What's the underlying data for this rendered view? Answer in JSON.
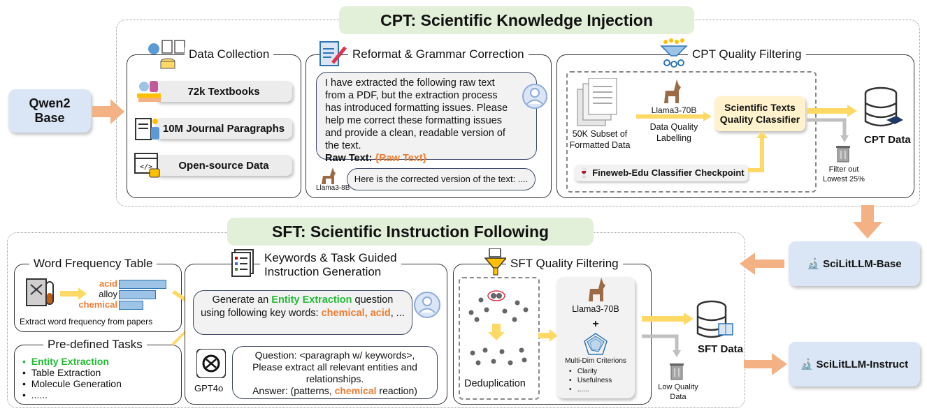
{
  "cpt": {
    "title": "CPT: Scientific Knowledge Injection",
    "base_model": "Qwen2 Base",
    "data_collection": {
      "title": "Data Collection",
      "items": [
        "72k Textbooks",
        "10M Journal Paragraphs",
        "Open-source Data"
      ]
    },
    "reformat": {
      "title": "Reformat & Grammar Correction",
      "prompt": "I have extracted the following raw text from a PDF, but the extraction process has introduced formatting issues. Please help me correct these formatting issues and provide a clean, readable version of the text.",
      "raw_label": "Raw Text:",
      "raw_value": "{Raw Text}",
      "reply": "Here is the corrected version of the text: ....",
      "model": "Llama3-8B"
    },
    "quality": {
      "title": "CPT Quality Filtering",
      "subset": "50K Subset of Formatted Data",
      "labeler": "Llama3-70B",
      "labelling": "Data Quality Labelling",
      "classifier": "Scientific Texts Quality Classifier",
      "checkpoint": "Fineweb-Edu Classifier Checkpoint",
      "filter": "Filter out Lowest 25%",
      "output": "CPT Data"
    }
  },
  "sft": {
    "title": "SFT:  Scientific Instruction Following",
    "base_out": "SciLitLLM-Base",
    "instruct_out": "SciLitLLM-Instruct",
    "word_freq": {
      "title": "Word Frequency Table",
      "words": [
        "acid",
        "alloy",
        "chemical"
      ],
      "word_fractions": [
        1.0,
        0.78,
        0.5
      ],
      "caption": "Extract word frequency from papers"
    },
    "tasks": {
      "title": "Pre-defined Tasks",
      "items": [
        "Entity Extraction",
        "Table Extraction",
        "Molecule Generation",
        "......"
      ]
    },
    "generation": {
      "title_line1": "Keywords & Task Guided",
      "title_line2": "Instruction Generation",
      "q_pre": "Generate an ",
      "q_task": "Entity Extraction",
      "q_mid": " question using following key words: ",
      "q_kw1": "chemical,",
      "q_kw2": "acid",
      "q_end": ", ...",
      "model": "GPT4o",
      "a_line1": "Question: <paragraph w/ keywords>,",
      "a_line2": "Please extract all relevant entities and relationships.",
      "a_line3_pre": "Answer: (patterns, ",
      "a_line3_kw": "chemical",
      "a_line3_end": " reaction)"
    },
    "quality": {
      "title": "SFT Quality Filtering",
      "dedup": "Deduplication",
      "judge": "Llama3-70B",
      "plus": "+",
      "criteria_title": "Multi-Dim Criterions",
      "criteria": [
        "Clarity",
        "Usefulness",
        "......"
      ],
      "low_quality": "Low Quality Data",
      "output": "SFT Data"
    }
  },
  "colors": {
    "orange_arrow": "#f4b183",
    "yellow_arrow": "#ffd966",
    "gray_arrow": "#c0c0c0",
    "section_bg": "#e2efd9",
    "blue_box": "#dae6f5",
    "classifier_bg": "#fff2cc",
    "orange_text": "#ed7d31",
    "green_text": "#22bb33"
  }
}
